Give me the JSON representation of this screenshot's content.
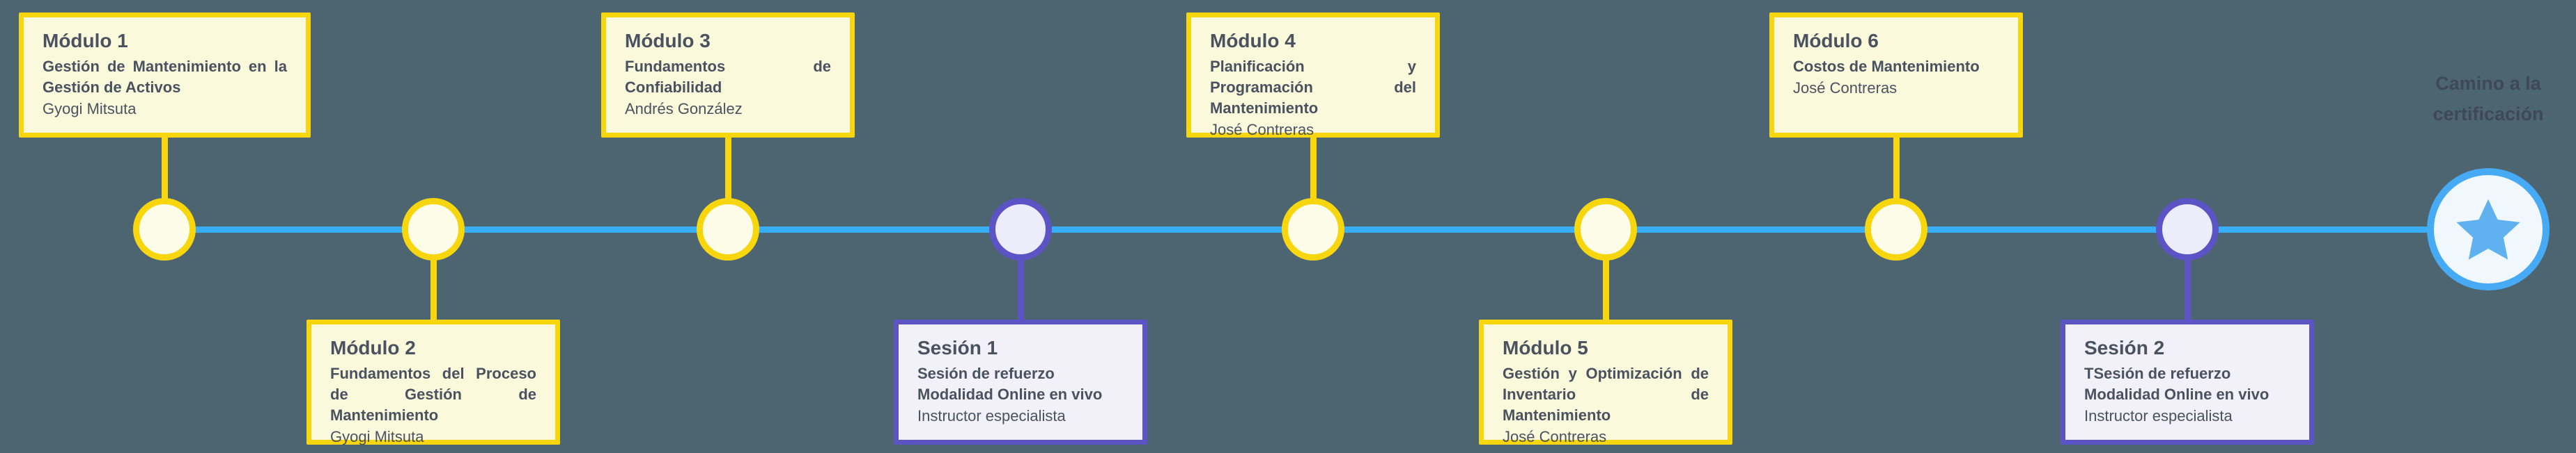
{
  "colors": {
    "background": "#4C6571",
    "timeline": "#38AEF6",
    "yellow_border": "#F8D60D",
    "yellow_card_fill": "#FBF9DC",
    "yellow_node_fill": "#FDFCE8",
    "purple_border": "#5C54C4",
    "purple_card_fill": "#F2F1FA",
    "purple_node_fill": "#EDECFA",
    "text_dark": "#4A5260",
    "caption_text": "#3F4856",
    "finish_border": "#47AAF5",
    "finish_fill": "#F0F7FD",
    "star": "#60B1EF"
  },
  "items": [
    {
      "id": "modulo-1",
      "theme": "yellow",
      "side": "top",
      "title": "Módulo 1",
      "subtitle": [
        "Gestión de Mantenimiento en la Gestión de Activos"
      ],
      "author": "Gyogi Mitsuta"
    },
    {
      "id": "modulo-2",
      "theme": "yellow",
      "side": "bottom",
      "title": "Módulo 2",
      "subtitle": [
        "Fundamentos del Proceso de Gestión de Mantenimiento"
      ],
      "author": "Gyogi Mitsuta"
    },
    {
      "id": "modulo-3",
      "theme": "yellow",
      "side": "top",
      "title": "Módulo 3",
      "subtitle": [
        "Fundamentos de Confiabilidad"
      ],
      "author": "Andrés González"
    },
    {
      "id": "sesion-1",
      "theme": "purple",
      "side": "bottom",
      "title": "Sesión 1",
      "subtitle": [
        "Sesión de refuerzo",
        "Modalidad Online en vivo"
      ],
      "author": "Instructor especialista"
    },
    {
      "id": "modulo-4",
      "theme": "yellow",
      "side": "top",
      "title": "Módulo 4",
      "subtitle": [
        "Planificación y Programación del Mantenimiento"
      ],
      "author": "José Contreras"
    },
    {
      "id": "modulo-5",
      "theme": "yellow",
      "side": "bottom",
      "title": "Módulo 5",
      "subtitle": [
        "Gestión y Optimización de Inventario de Mantenimiento"
      ],
      "author": "José Contreras"
    },
    {
      "id": "modulo-6",
      "theme": "yellow",
      "side": "top",
      "title": "Módulo 6",
      "subtitle": [
        "Costos de Mantenimiento"
      ],
      "author": "José Contreras"
    },
    {
      "id": "sesion-2",
      "theme": "purple",
      "side": "bottom",
      "title": "Sesión 2",
      "subtitle": [
        "TSesión de refuerzo",
        "Modalidad Online en vivo"
      ],
      "author": "Instructor especialista"
    }
  ],
  "finish": {
    "caption_line1": "Camino a la",
    "caption_line2": "certificación",
    "icon": "star"
  }
}
